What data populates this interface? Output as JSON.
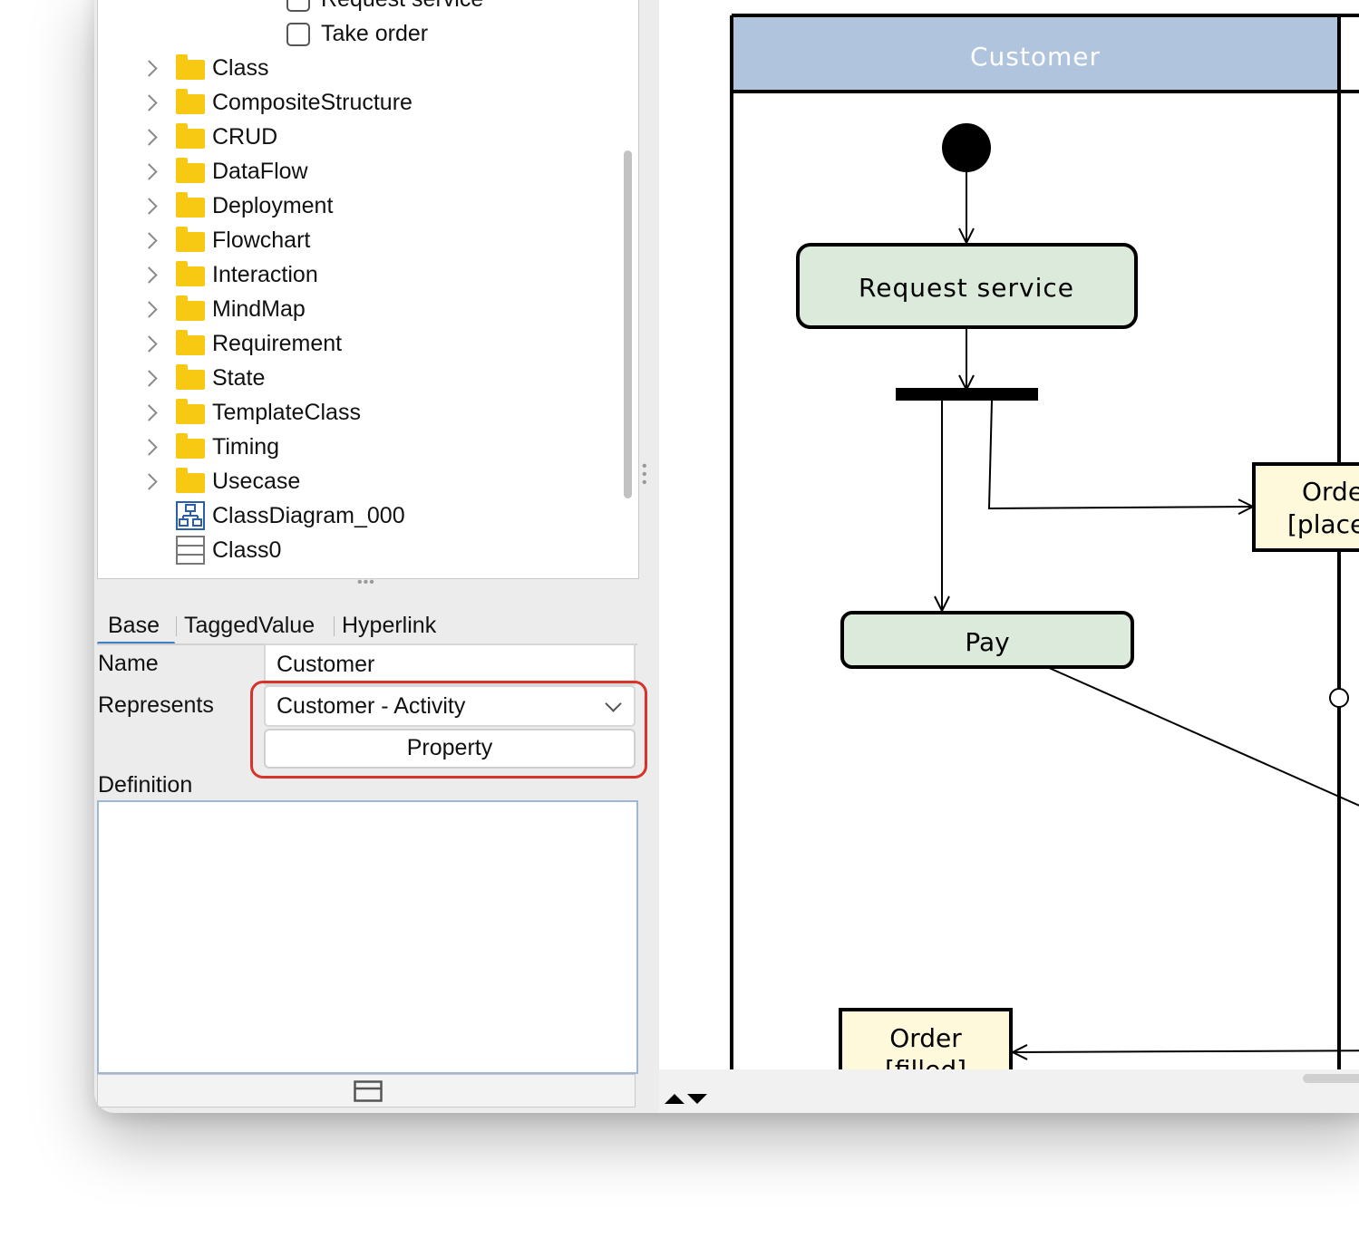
{
  "tree": {
    "checkbox_items": [
      {
        "label": "Request service"
      },
      {
        "label": "Take order"
      }
    ],
    "folders": [
      {
        "label": "Class"
      },
      {
        "label": "CompositeStructure"
      },
      {
        "label": "CRUD"
      },
      {
        "label": "DataFlow"
      },
      {
        "label": "Deployment"
      },
      {
        "label": "Flowchart"
      },
      {
        "label": "Interaction"
      },
      {
        "label": "MindMap"
      },
      {
        "label": "Requirement"
      },
      {
        "label": "State"
      },
      {
        "label": "TemplateClass"
      },
      {
        "label": "Timing"
      },
      {
        "label": "Usecase"
      }
    ],
    "diagram_item": {
      "label": "ClassDiagram_000",
      "icon": "class-diagram-icon"
    },
    "class_item": {
      "label": "Class0",
      "icon": "class-icon"
    },
    "folder_icon": "folder-icon",
    "folder_color": "#f8c913"
  },
  "properties": {
    "tabs": [
      {
        "label": "Base",
        "active": true
      },
      {
        "label": "TaggedValue",
        "active": false
      },
      {
        "label": "Hyperlink",
        "active": false
      }
    ],
    "name_label": "Name",
    "name_value": "Customer",
    "represents_label": "Represents",
    "represents_value": "Customer - Activity",
    "property_button": "Property",
    "definition_label": "Definition",
    "definition_value": "",
    "highlight_color": "#d8332a"
  },
  "diagram": {
    "swimlane_title": "Customer",
    "swimlane_header_color": "#b0c4de",
    "action_fill": "#dceadb",
    "object_fill": "#fff9dc",
    "actions": [
      {
        "label": "Request service"
      },
      {
        "label": "Pay"
      }
    ],
    "objects": [
      {
        "line1": "Orde",
        "line2": "[place"
      },
      {
        "line1": "Order",
        "line2": "[filled]"
      }
    ]
  }
}
